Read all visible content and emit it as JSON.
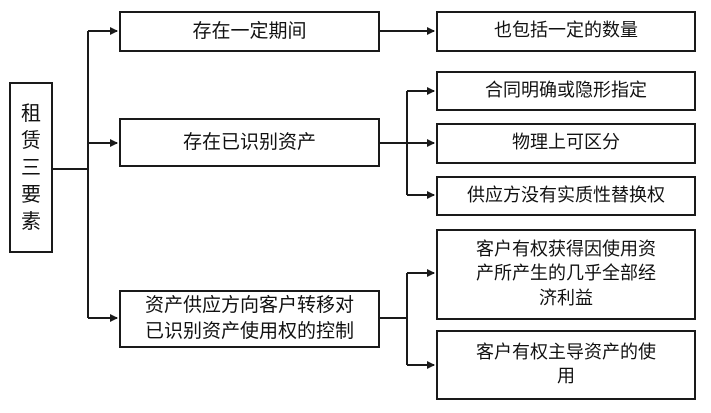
{
  "root": {
    "chars": [
      "租",
      "赁",
      "三",
      "要",
      "素"
    ]
  },
  "level1": [
    {
      "id": "period",
      "label": "存在一定期间"
    },
    {
      "id": "asset",
      "label": "存在已识别资产"
    },
    {
      "id": "control_line1",
      "label": "资产供应方向客户转移对"
    },
    {
      "id": "control_line2",
      "label": "已识别资产使用权的控制"
    }
  ],
  "level2": {
    "period": [
      "也包括一定的数量"
    ],
    "asset": [
      "合同明确或隐形指定",
      "物理上可区分",
      "供应方没有实质性替换权"
    ],
    "control": [
      [
        "客户有权获得因使用资",
        "产所产生的几乎全部经",
        "济利益"
      ],
      [
        "客户有权主导资产的使",
        "用"
      ]
    ]
  },
  "colors": {
    "stroke": "#1a1a1a",
    "background": "#ffffff"
  }
}
